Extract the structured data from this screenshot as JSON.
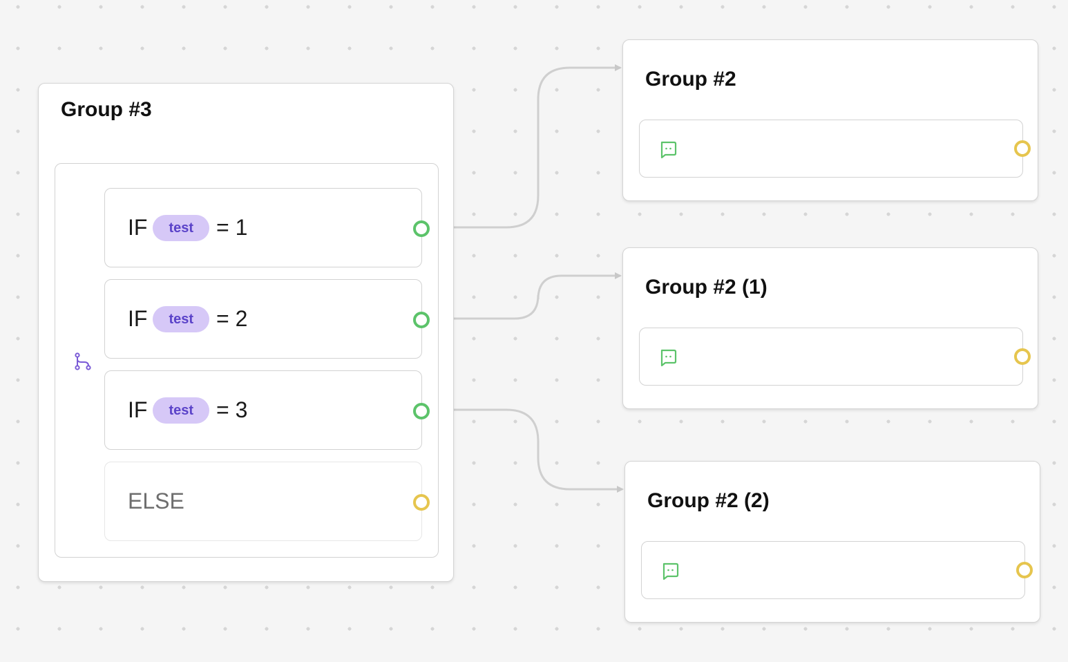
{
  "canvas": {
    "background": "#f5f5f5",
    "dot_color": "#d6d6d6",
    "edge_color": "#cfcfcf"
  },
  "colors": {
    "pill_bg": "#d6c8f7",
    "pill_text": "#5b43c9",
    "handle_green": "#5cc36a",
    "handle_yellow": "#e6c54e",
    "chat_icon": "#5cc36a",
    "branch_icon": "#7a5ad6"
  },
  "source_group": {
    "title": "Group #3",
    "block_icon": "branch-icon",
    "conditions": [
      {
        "keyword": "IF",
        "variable": "test",
        "operator_value": "= 1"
      },
      {
        "keyword": "IF",
        "variable": "test",
        "operator_value": "= 2"
      },
      {
        "keyword": "IF",
        "variable": "test",
        "operator_value": "= 3"
      }
    ],
    "else_label": "ELSE"
  },
  "target_groups": [
    {
      "title": "Group #2",
      "block_icon": "chat-bubble-icon"
    },
    {
      "title": "Group #2 (1)",
      "block_icon": "chat-bubble-icon"
    },
    {
      "title": "Group #2 (2)",
      "block_icon": "chat-bubble-icon"
    }
  ]
}
